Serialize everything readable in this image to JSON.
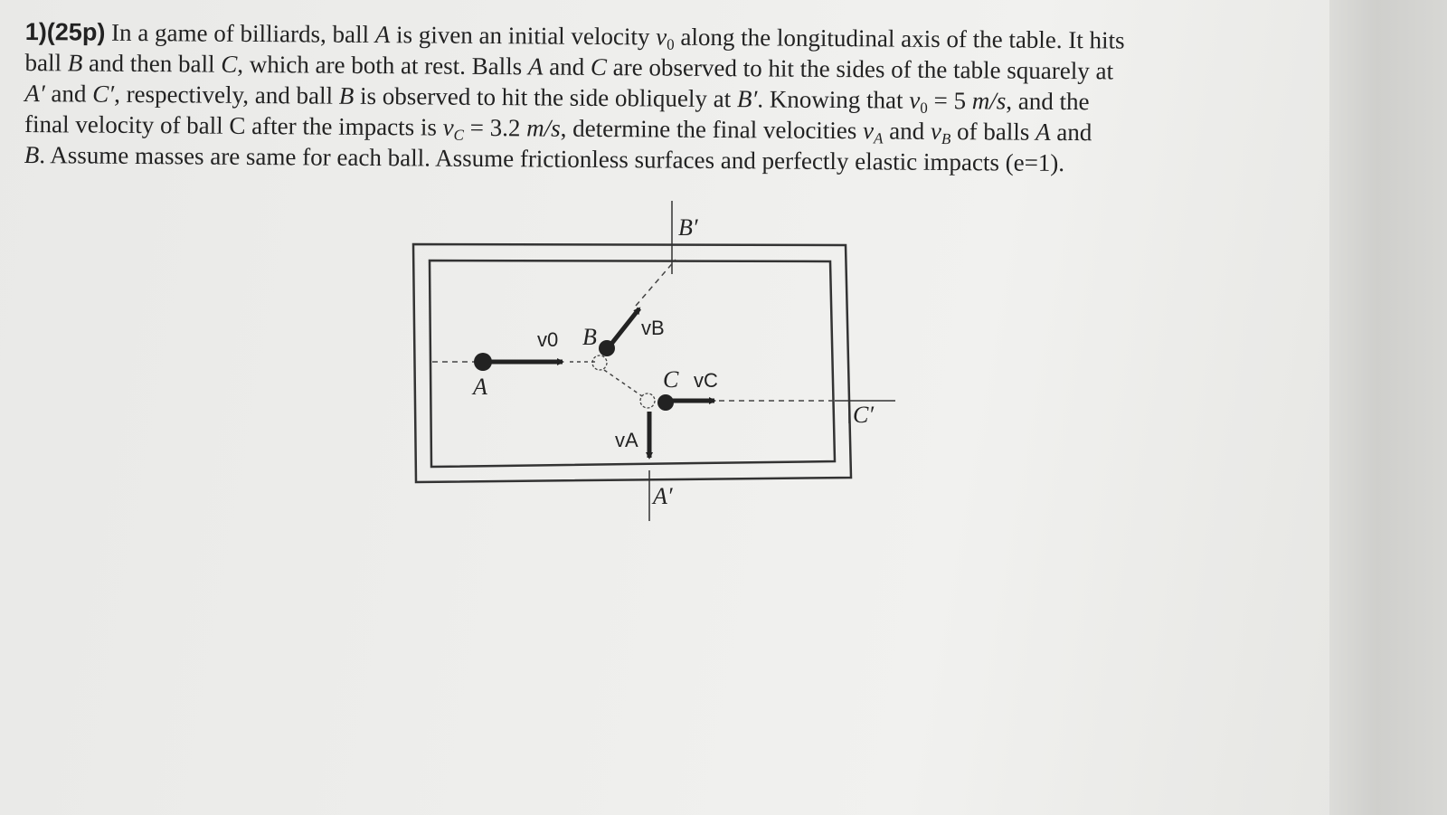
{
  "problem": {
    "number": "1)(25p)",
    "lines": [
      [
        "In a game of billiards, ball ",
        "A",
        " is given an initial velocity ",
        "v",
        "0",
        " along the longitudinal axis of the table. It hits"
      ],
      [
        "ball ",
        "B",
        " and then ball ",
        "C",
        ", which are both at rest. Balls ",
        "A",
        " and ",
        "C",
        " are observed to hit the sides of the table squarely at"
      ],
      [
        "A′",
        " and ",
        "C′",
        ", respectively, and ball ",
        "B",
        " is observed to hit the side obliquely at ",
        "B′",
        ". Knowing that ",
        "v",
        "0",
        " = 5 ",
        "m/s",
        ", and the"
      ],
      [
        "final velocity of ball C after the impacts is ",
        "v",
        "C",
        " = 3.2 ",
        "m/s",
        ", determine the final velocities ",
        "v",
        "A",
        " and ",
        "v",
        "B",
        " of balls ",
        "A",
        " and"
      ],
      [
        "B",
        ". Assume masses are same for each ball. Assume frictionless surfaces and perfectly elastic impacts (e=1)."
      ]
    ]
  },
  "diagram": {
    "labels": {
      "B_prime": "B′",
      "A_prime": "A′",
      "C_prime": "C′",
      "A": "A",
      "B": "B",
      "C": "C",
      "v0": "v0",
      "vB": "vB",
      "vC": "vC",
      "vA": "vA"
    }
  }
}
